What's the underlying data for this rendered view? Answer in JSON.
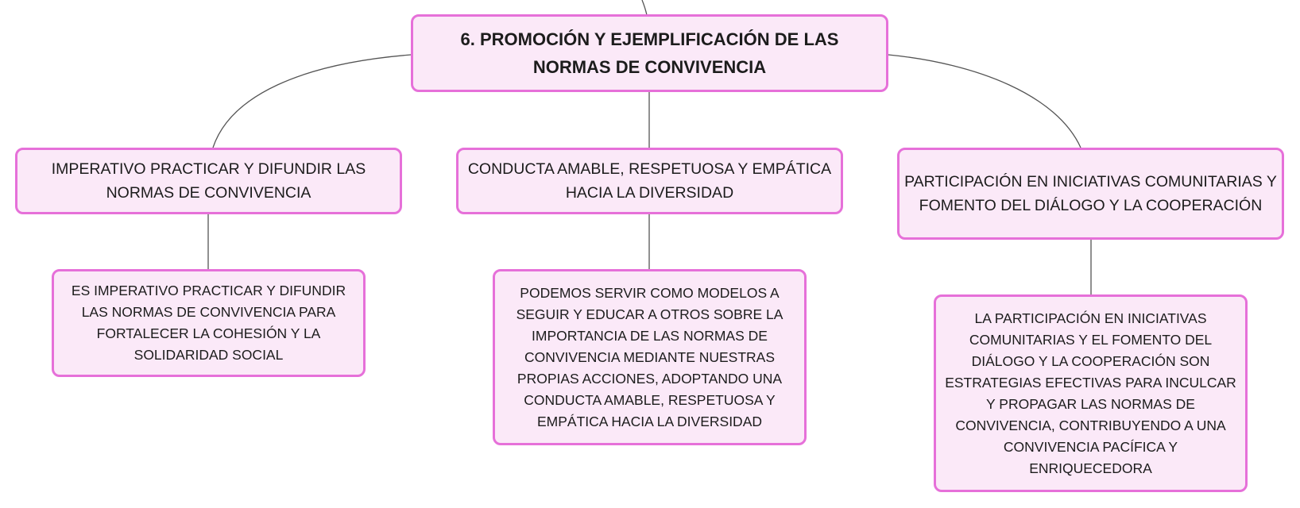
{
  "diagram": {
    "root": {
      "text": "6. PROMOCIÓN Y EJEMPLIFICACIÓN DE LAS NORMAS DE CONVIVENCIA"
    },
    "branches": [
      {
        "title": "IMPERATIVO PRACTICAR Y DIFUNDIR LAS NORMAS DE CONVIVENCIA",
        "detail": "ES IMPERATIVO PRACTICAR Y DIFUNDIR LAS NORMAS DE CONVIVENCIA PARA FORTALECER LA COHESIÓN Y LA SOLIDARIDAD SOCIAL"
      },
      {
        "title": "CONDUCTA AMABLE, RESPETUOSA Y EMPÁTICA HACIA LA DIVERSIDAD",
        "detail": "PODEMOS SERVIR COMO MODELOS A SEGUIR Y EDUCAR A OTROS SOBRE LA IMPORTANCIA DE LAS NORMAS DE CONVIVENCIA MEDIANTE NUESTRAS PROPIAS ACCIONES, ADOPTANDO UNA CONDUCTA AMABLE, RESPETUOSA Y EMPÁTICA HACIA LA DIVERSIDAD"
      },
      {
        "title": "PARTICIPACIÓN EN INICIATIVAS COMUNITARIAS Y FOMENTO DEL DIÁLOGO Y LA COOPERACIÓN",
        "detail": "LA PARTICIPACIÓN EN INICIATIVAS COMUNITARIAS Y EL FOMENTO DEL DIÁLOGO Y LA COOPERACIÓN SON ESTRATEGIAS EFECTIVAS PARA INCULCAR Y PROPAGAR LAS NORMAS DE CONVIVENCIA, CONTRIBUYENDO A UNA CONVIVENCIA PACÍFICA Y ENRIQUECEDORA"
      }
    ]
  },
  "colors": {
    "node_fill": "#fbe9f8",
    "node_border": "#e670d9",
    "connector": "#555555",
    "text": "#1c1c1c"
  }
}
